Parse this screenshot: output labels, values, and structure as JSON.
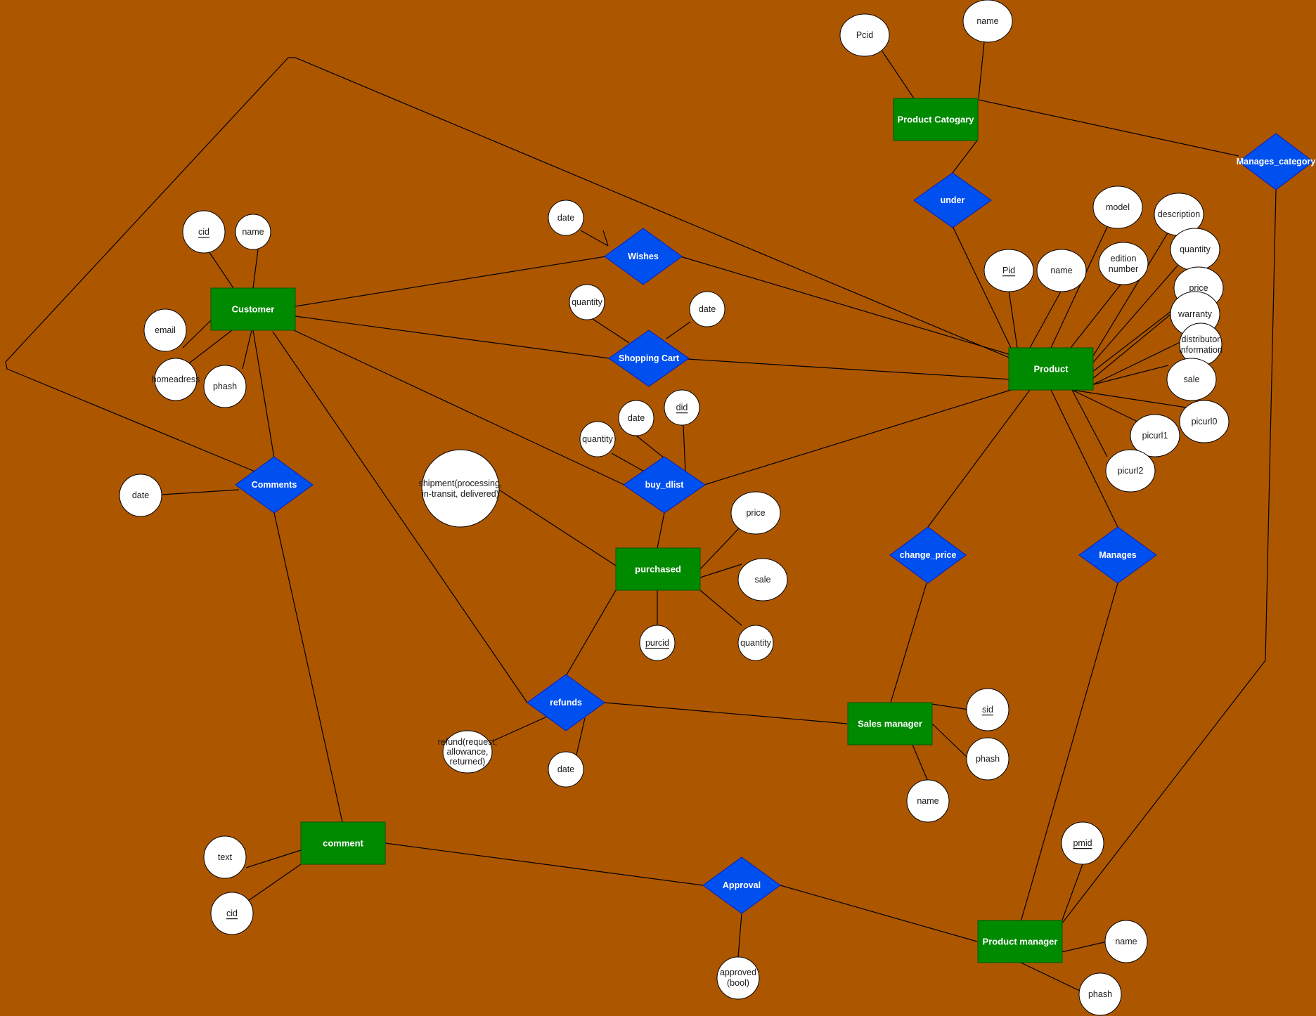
{
  "colors": {
    "background": "#ad5600",
    "entity_fill": "#008a00",
    "entity_stroke": "#005700",
    "relationship_fill": "#0050ef",
    "relationship_stroke": "#001dbc",
    "attribute_fill": "#ffffff",
    "line": "#000000"
  },
  "entities": {
    "customer": "Customer",
    "product": "Product",
    "product_category": "Product Catogary",
    "purchased": "purchased",
    "sales_manager": "Sales manager",
    "product_manager": "Product manager",
    "comment": "comment"
  },
  "relationships": {
    "under": "under",
    "manages_category": "Manages_category",
    "wishes": "Wishes",
    "shopping_cart": "Shopping Cart",
    "buy_dlist": "buy_dlist",
    "comments": "Comments",
    "change_price": "change_price",
    "manages": "Manages",
    "refunds": "refunds",
    "approval": "Approval"
  },
  "attributes": {
    "pcid": "Pcid",
    "category_name": "name",
    "cid": "cid",
    "customer_name": "name",
    "email": "email",
    "homeadress": "homeadress",
    "customer_phash": "phash",
    "wishes_date": "date",
    "cart_quantity": "quantity",
    "cart_date": "date",
    "model": "model",
    "description": "description",
    "pid": "Pid",
    "product_name": "name",
    "edition_number": [
      "edition",
      "number"
    ],
    "product_quantity": "quantity",
    "product_price": "price",
    "warranty": "warranty",
    "distributor_information": [
      "distributor",
      "information"
    ],
    "product_sale": "sale",
    "picurl0": "picurl0",
    "picurl1": "picurl1",
    "picurl2": "picurl2",
    "dlist_date": "date",
    "did": "did",
    "dlist_quantity": "quantity",
    "comments_date": "date",
    "shipment": [
      "shipment(processing,",
      "in-transit, delivered)"
    ],
    "purchased_price": "price",
    "purchased_sale": "sale",
    "purcid": "purcid",
    "purchased_quantity": "quantity",
    "refund_status": [
      "refund(request,",
      "allowance,",
      "returned)"
    ],
    "refund_date": "date",
    "sid": "sid",
    "sales_phash": "phash",
    "sales_name": "name",
    "text": "text",
    "comment_cid": "cid",
    "approved": [
      "approved",
      "(bool)"
    ],
    "pmid": "pmid",
    "pm_name": "name",
    "pm_phash": "phash"
  }
}
